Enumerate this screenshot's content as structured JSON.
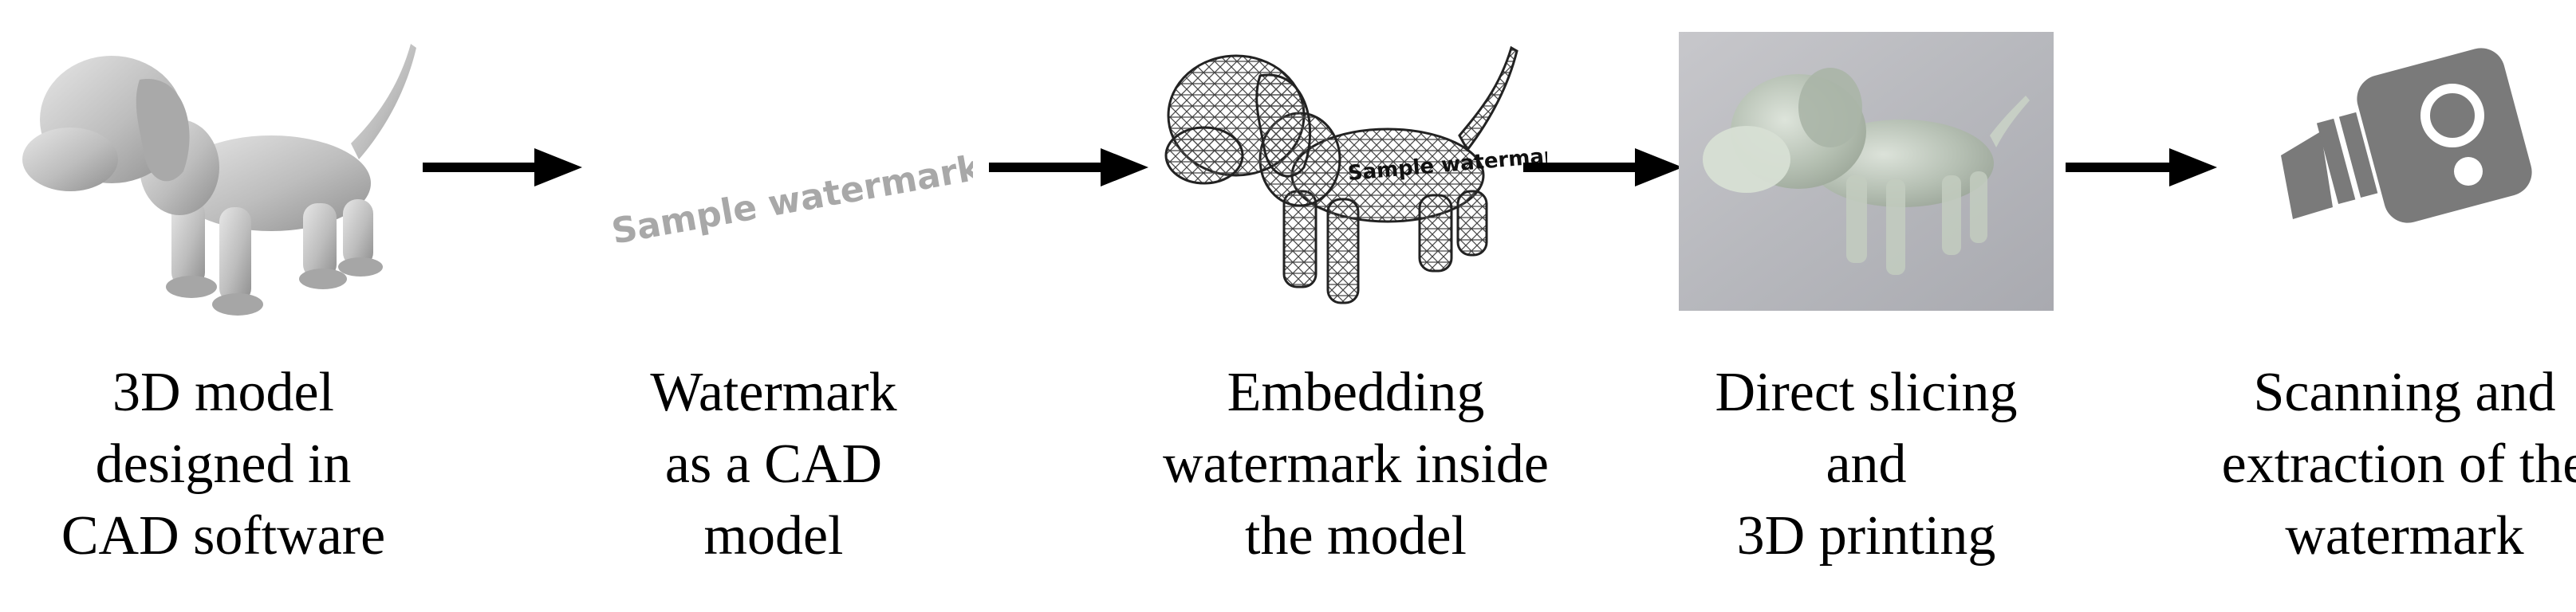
{
  "stages": [
    {
      "id": "cad-model",
      "caption": [
        "3D model",
        "designed in",
        "CAD software"
      ],
      "icon": "dog-3d-model-icon"
    },
    {
      "id": "watermark",
      "caption": [
        "Watermark",
        "as a CAD",
        "model"
      ],
      "watermark_text": "Sample watermark"
    },
    {
      "id": "embedding",
      "caption": [
        "Embedding",
        "watermark inside",
        "the model"
      ],
      "watermark_text": "Sample watermark",
      "icon": "dog-wireframe-icon"
    },
    {
      "id": "printing",
      "caption": [
        "Direct slicing",
        "and",
        "3D printing"
      ],
      "icon": "printed-dog-photo"
    },
    {
      "id": "scanning",
      "caption": [
        "Scanning and",
        "extraction of the",
        "watermark"
      ],
      "icon": "scanner-camera-icon"
    }
  ],
  "colors": {
    "model_gray": "#c4c4c4",
    "watermark_gray": "#a8a8a8",
    "scanner_gray": "#7a7a7a",
    "arrow": "#000000"
  }
}
